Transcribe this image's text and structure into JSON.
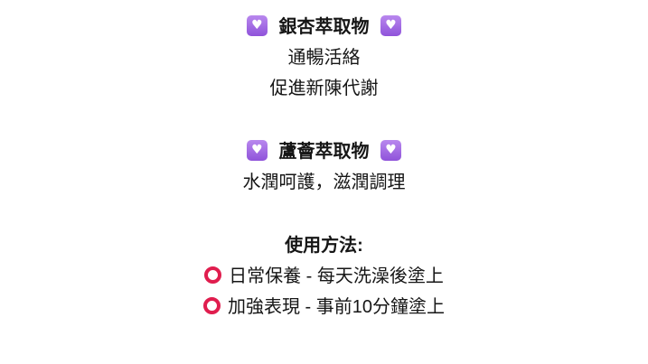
{
  "content": {
    "sections": [
      {
        "heading": "銀杏萃取物",
        "lines": [
          "通暢活絡",
          "促進新陳代謝"
        ]
      },
      {
        "heading": "蘆薈萃取物",
        "lines": [
          "水潤呵護，滋潤調理"
        ]
      }
    ],
    "usage": {
      "heading": "使用方法:",
      "items": [
        "日常保養 - 每天洗澡後塗上",
        "加強表現 - 事前10分鐘塗上"
      ]
    }
  },
  "icons": {
    "purple_heart": {
      "name": "heart-decoration-icon",
      "glyph": "♥",
      "background": "#9b5ee0",
      "color": "#ffffff"
    },
    "red_circle": {
      "name": "heavy-circle-icon",
      "color": "#e01d4e"
    }
  },
  "colors": {
    "background": "#ffffff",
    "text": "#161616"
  }
}
